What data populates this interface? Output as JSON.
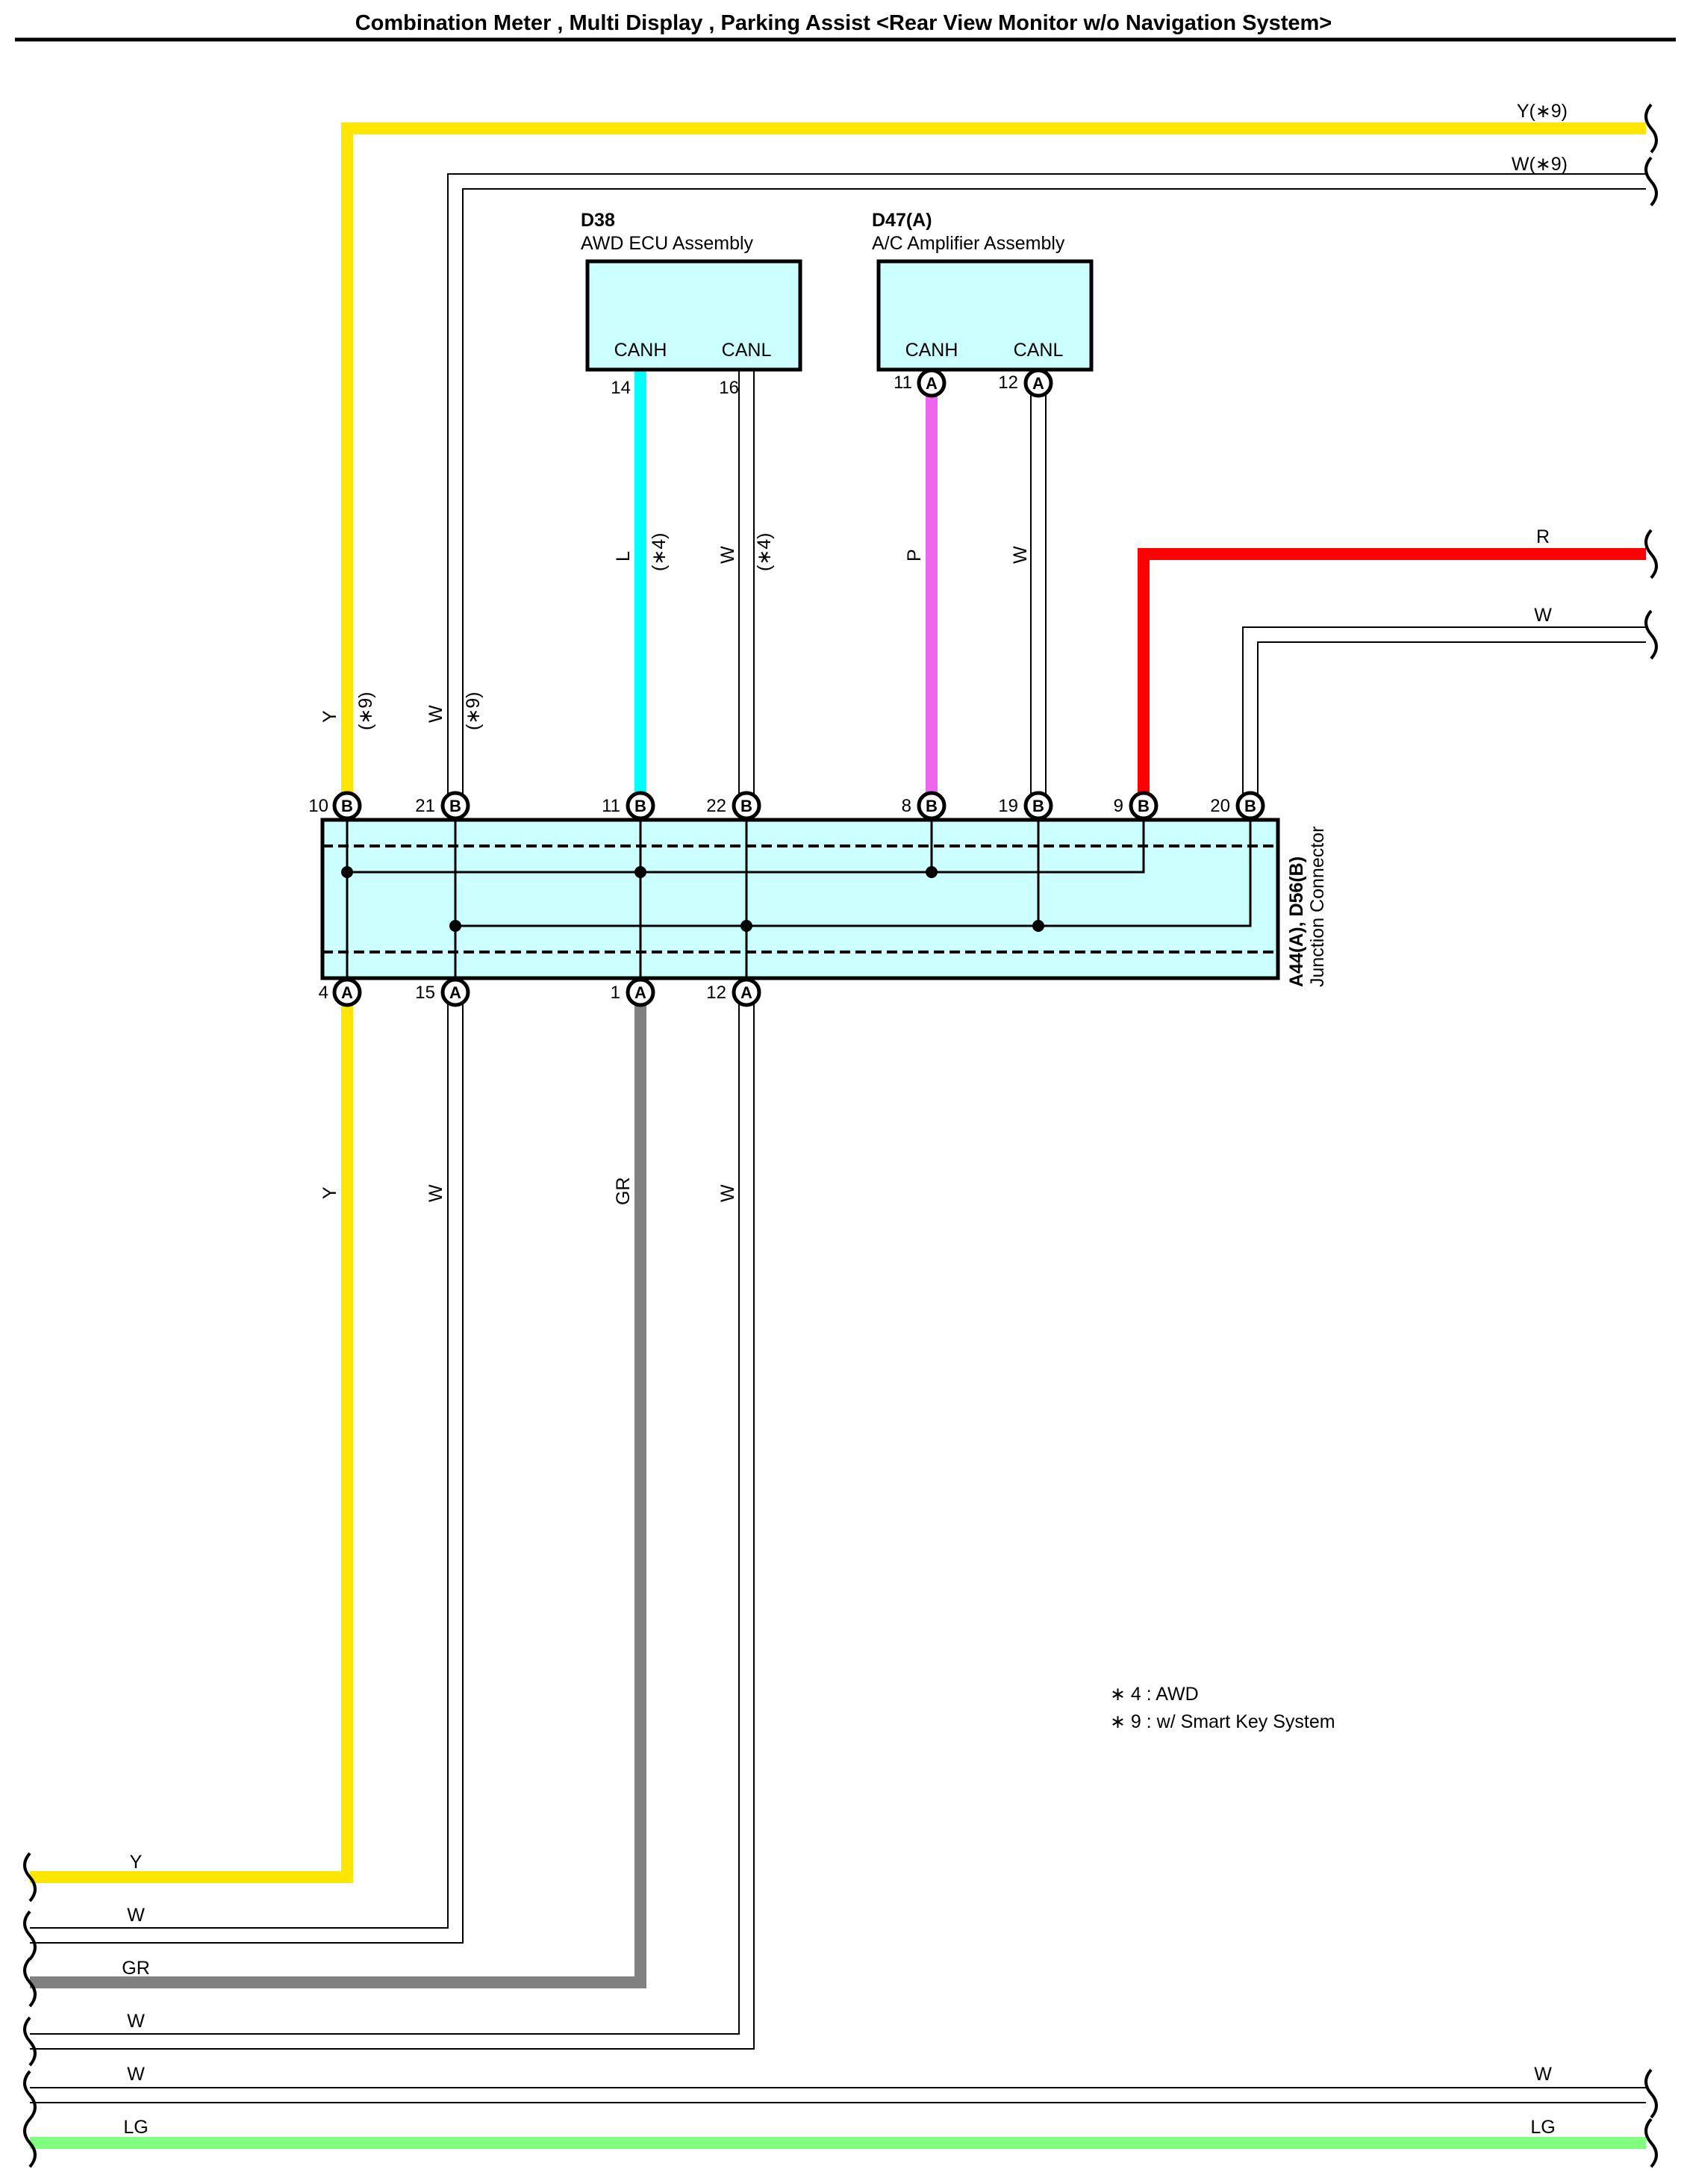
{
  "title": "Combination Meter , Multi Display , Parking Assist <Rear View Monitor w/o Navigation System>",
  "colors": {
    "yellow": "#ffe600",
    "cyan": "#00ffff",
    "pink": "#ee66ee",
    "red": "#ff0000",
    "gray": "#808080",
    "light_green": "#80ff80",
    "connector_fill": "#ccffff"
  },
  "components": {
    "d38": {
      "code": "D38",
      "name": "AWD ECU Assembly",
      "pin_canh": "CANH",
      "pin_canl": "CANL",
      "pin_canh_no": "14",
      "pin_canl_no": "16"
    },
    "d47": {
      "code": "D47(A)",
      "name": "A/C Amplifier Assembly",
      "pin_canh": "CANH",
      "pin_canl": "CANL",
      "pin_canh_no": "11",
      "pin_canl_no": "12",
      "pin_letter": "A"
    },
    "junction": {
      "code": "A44(A), D56(B)",
      "name": "Junction Connector"
    }
  },
  "junction_top_pins": [
    {
      "no": "10",
      "letter": "B"
    },
    {
      "no": "21",
      "letter": "B"
    },
    {
      "no": "11",
      "letter": "B"
    },
    {
      "no": "22",
      "letter": "B"
    },
    {
      "no": "8",
      "letter": "B"
    },
    {
      "no": "19",
      "letter": "B"
    },
    {
      "no": "9",
      "letter": "B"
    },
    {
      "no": "20",
      "letter": "B"
    }
  ],
  "junction_bottom_pins": [
    {
      "no": "4",
      "letter": "A"
    },
    {
      "no": "15",
      "letter": "A"
    },
    {
      "no": "1",
      "letter": "A"
    },
    {
      "no": "12",
      "letter": "A"
    }
  ],
  "wire_labels": {
    "top_y": "Y(∗9)",
    "top_w": "W(∗9)",
    "d38_l": "L",
    "d38_l_note": "(∗4)",
    "d38_w": "W",
    "d38_w_note": "(∗4)",
    "d47_p": "P",
    "d47_w": "W",
    "upper_y": "Y",
    "upper_y_note": "(∗9)",
    "upper_w": "W",
    "upper_w_note": "(∗9)",
    "right_r": "R",
    "right_w": "W",
    "lower_y": "Y",
    "lower_w1": "W",
    "lower_gr": "GR",
    "lower_w2": "W",
    "left_y": "Y",
    "left_w1": "W",
    "left_gr": "GR",
    "left_w2": "W",
    "left_w3": "W",
    "left_lg": "LG",
    "right_w_bottom": "W",
    "right_lg": "LG"
  },
  "notes": [
    "∗ 4 : AWD",
    "∗ 9 : w/ Smart Key System"
  ]
}
